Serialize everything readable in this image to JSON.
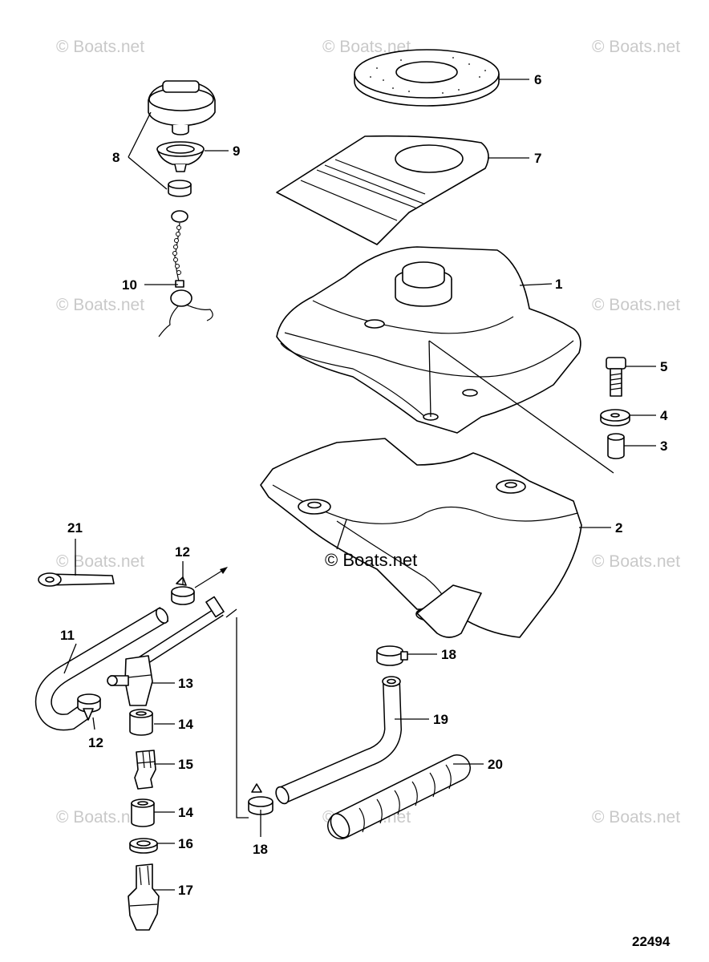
{
  "watermark": "© Boats.net",
  "center_watermark": "© Boats.net",
  "diagram_id": "22494",
  "callouts": [
    {
      "id": "c1",
      "label": "1"
    },
    {
      "id": "c2",
      "label": "2"
    },
    {
      "id": "c3",
      "label": "3"
    },
    {
      "id": "c4",
      "label": "4"
    },
    {
      "id": "c5",
      "label": "5"
    },
    {
      "id": "c6",
      "label": "6"
    },
    {
      "id": "c7",
      "label": "7"
    },
    {
      "id": "c8",
      "label": "8"
    },
    {
      "id": "c9",
      "label": "9"
    },
    {
      "id": "c10",
      "label": "10"
    },
    {
      "id": "c11",
      "label": "11"
    },
    {
      "id": "c12a",
      "label": "12"
    },
    {
      "id": "c12b",
      "label": "12"
    },
    {
      "id": "c13",
      "label": "13"
    },
    {
      "id": "c14a",
      "label": "14"
    },
    {
      "id": "c14b",
      "label": "14"
    },
    {
      "id": "c15",
      "label": "15"
    },
    {
      "id": "c16",
      "label": "16"
    },
    {
      "id": "c17",
      "label": "17"
    },
    {
      "id": "c18a",
      "label": "18"
    },
    {
      "id": "c18b",
      "label": "18"
    },
    {
      "id": "c19",
      "label": "19"
    },
    {
      "id": "c20",
      "label": "20"
    },
    {
      "id": "c21",
      "label": "21"
    }
  ]
}
